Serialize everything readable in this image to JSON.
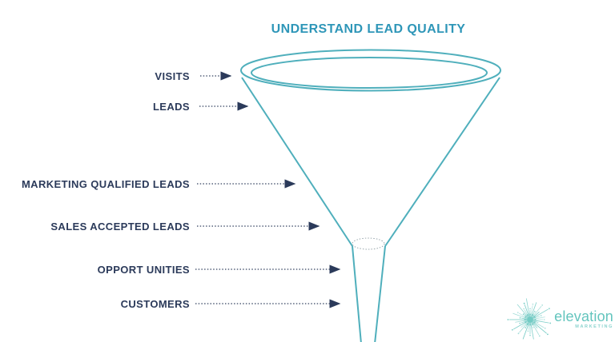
{
  "title": {
    "text": "UNDERSTAND LEAD QUALITY"
  },
  "colors": {
    "accent": "#2E96B8",
    "navy": "#2B3A5A",
    "funnel_stroke": "#4FAFBC",
    "arrow_dots": "#55617A",
    "neck_dotted": "#9AA7AD",
    "logo_teal": "#64C5BE"
  },
  "funnel": {
    "stages": [
      {
        "label": "VISITS"
      },
      {
        "label": "LEADS"
      },
      {
        "label": "MARKETING QUALIFIED LEADS"
      },
      {
        "label": "SALES ACCEPTED LEADS"
      },
      {
        "label": "OPPORT UNITIES"
      },
      {
        "label": "CUSTOMERS"
      }
    ]
  },
  "logo": {
    "name": "elevation",
    "subtext": "MARKETING",
    "icon": "starburst-icon"
  }
}
